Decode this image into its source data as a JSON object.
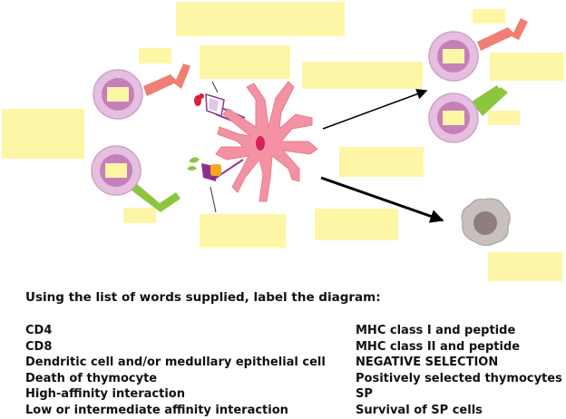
{
  "instruction": "Using the list of words supplied, label the diagram:",
  "word_list_left": [
    "CD4",
    "CD8",
    "Dendritic cell and/or medullary epithelial cell",
    "Death of thymocyte",
    "High-affinity interaction",
    "Low or intermediate affinity interaction"
  ],
  "word_list_right": [
    "MHC class I and peptide",
    "MHC class II and peptide",
    "NEGATIVE SELECTION",
    "Positively selected thymocytes",
    "SP",
    "Survival of SP cells"
  ],
  "colors": {
    "label_box": "#fdf6a6",
    "cell_outer": "#e6bfe0",
    "cell_nucleus": "#c57fb9",
    "cd4_receptor": "#f07e72",
    "cd8_receptor": "#8cc63f",
    "dendritic_cell": "#f392a3",
    "dead_cell": "#c8bfbf"
  }
}
